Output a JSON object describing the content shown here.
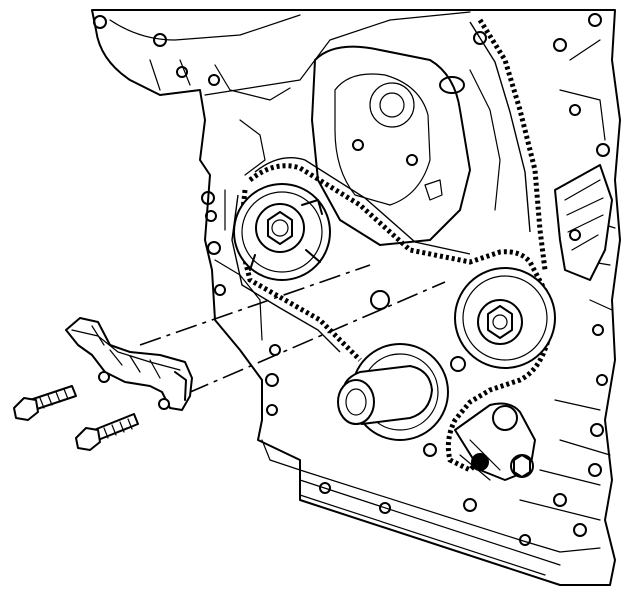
{
  "diagram": {
    "parts": [
      {
        "id": "engine-block",
        "icon": "engine-block-outline"
      },
      {
        "id": "timing-chain",
        "icon": "chain-loop"
      },
      {
        "id": "camshaft-sprocket-left",
        "icon": "sprocket"
      },
      {
        "id": "camshaft-sprocket-right",
        "icon": "sprocket"
      },
      {
        "id": "crankshaft-sprocket",
        "icon": "sprocket"
      },
      {
        "id": "chain-guide",
        "icon": "guide-bracket"
      },
      {
        "id": "guide-bolt-upper",
        "icon": "bolt"
      },
      {
        "id": "guide-bolt-lower",
        "icon": "bolt"
      },
      {
        "id": "chain-tensioner",
        "icon": "tensioner"
      }
    ]
  }
}
